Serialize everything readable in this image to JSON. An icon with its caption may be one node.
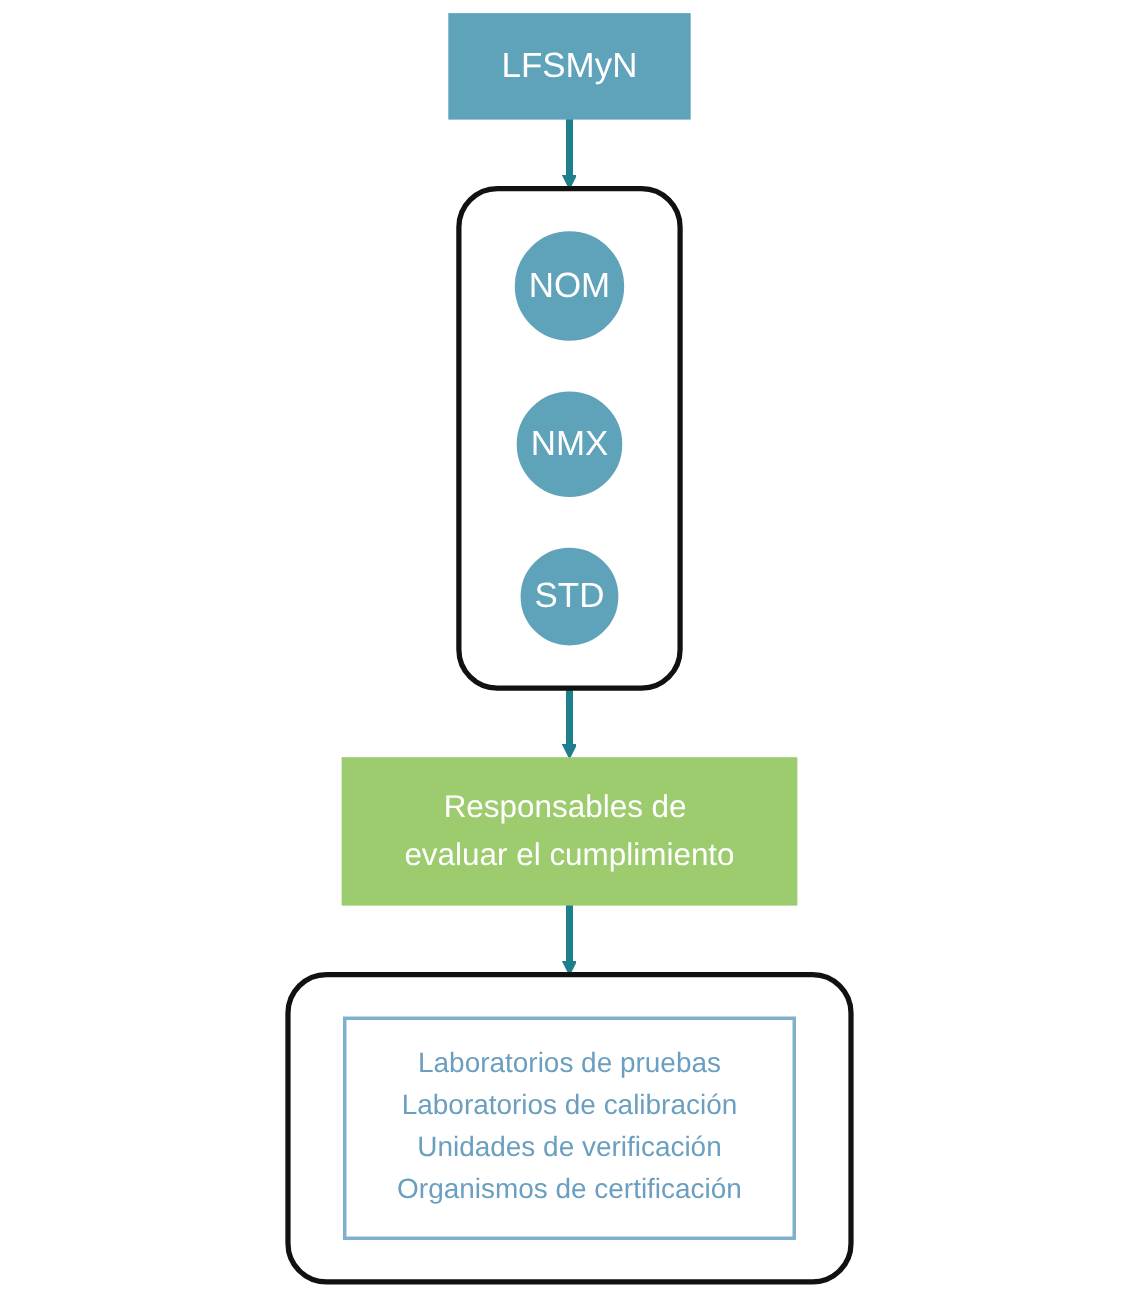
{
  "diagram": {
    "nodes": [
      {
        "text": [
          "LFSMyN"
        ]
      },
      {
        "text": [],
        "shape": "bracket"
      },
      {
        "text": [
          "NOM"
        ],
        "in": 1
      },
      {
        "text": [
          "NMX"
        ],
        "in": 1
      },
      {
        "text": [
          "STD"
        ],
        "in": 1
      },
      {
        "text": [
          "Responsables de evaluar el cumplimiento"
        ]
      },
      {
        "text": [],
        "shape": "bracket"
      },
      {
        "text": [
          "Laboratorios de pruebas",
          "Laboratorios de calibración",
          "Unidades de verificación",
          "Organismos de certificación"
        ],
        "in": 6
      }
    ],
    "edges": [
      {
        "from": 0,
        "to": 1,
        "arrow": "to"
      },
      {
        "from": 1,
        "to": 5,
        "arrow": "to"
      },
      {
        "from": 5,
        "to": 6,
        "arrow": "to"
      }
    ]
  }
}
